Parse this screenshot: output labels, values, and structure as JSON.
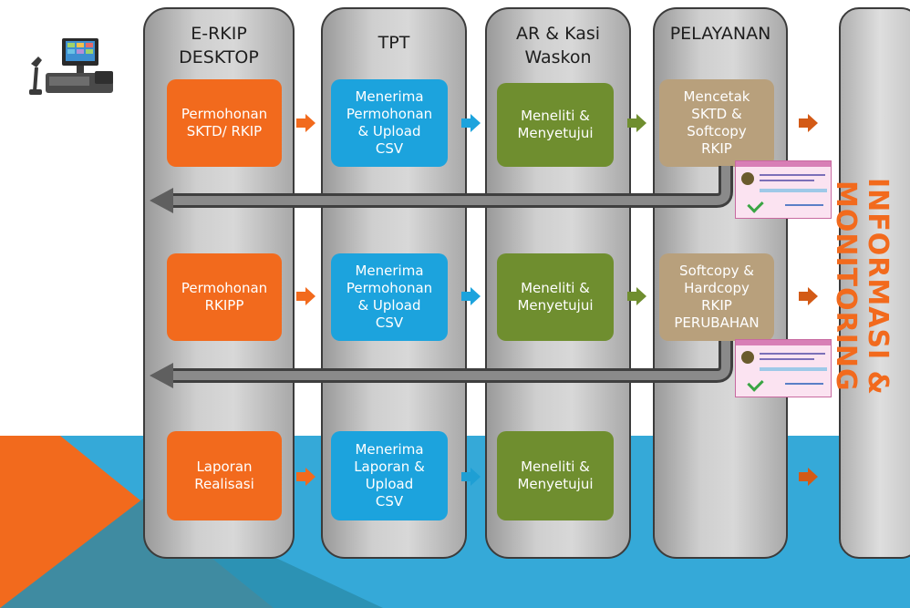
{
  "lanes": [
    {
      "title": "E-RKIP\nDESKTOP"
    },
    {
      "title": "TPT"
    },
    {
      "title": "AR & Kasi\nWaskon"
    },
    {
      "title": "PELAYANAN"
    }
  ],
  "rows": [
    {
      "request": "Permohonan\nSKTD/ RKIP",
      "tpt": "Menerima\nPermohonan\n& Upload\nCSV",
      "review": "Meneliti &\nMenyetujui",
      "service": "Mencetak\nSKTD &\nSoftcopy\nRKIP"
    },
    {
      "request": "Permohonan\nRKIPP",
      "tpt": "Menerima\nPermohonan\n& Upload\nCSV",
      "review": "Meneliti &\nMenyetujui",
      "service": "Softcopy &\nHardcopy\nRKIP\nPERUBAHAN"
    },
    {
      "request": "Laporan\nRealisasi",
      "tpt": "Menerima\nLaporan &\nUpload\nCSV",
      "review": "Meneliti &\nMenyetujui"
    }
  ],
  "side_panel": {
    "label": "INFORMASI & MONITORING"
  },
  "icons": [
    "pos-terminal-icon",
    "arrow-right-icon",
    "document-thumbnail-icon"
  ],
  "colors": {
    "orange": "#f26a1d",
    "blue": "#1ca3dd",
    "green": "#6f8e2f",
    "tan": "#b8a07c",
    "band": "#35a9d8",
    "lane_border": "#3b3b3b",
    "return_arrow": "#5f5f5f"
  }
}
